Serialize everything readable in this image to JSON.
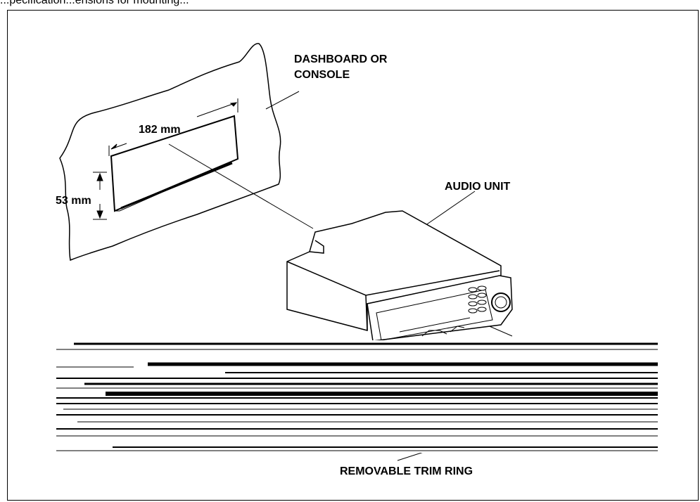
{
  "top_caption": "...pecification...ensions for mounting...",
  "labels": {
    "dashboard": [
      "DASHBOARD OR",
      "CONSOLE"
    ],
    "width_dim": "182 mm",
    "height_dim": "53 mm",
    "audio_unit": "AUDIO UNIT",
    "trim_ring": "REMOVABLE TRIM RING"
  }
}
